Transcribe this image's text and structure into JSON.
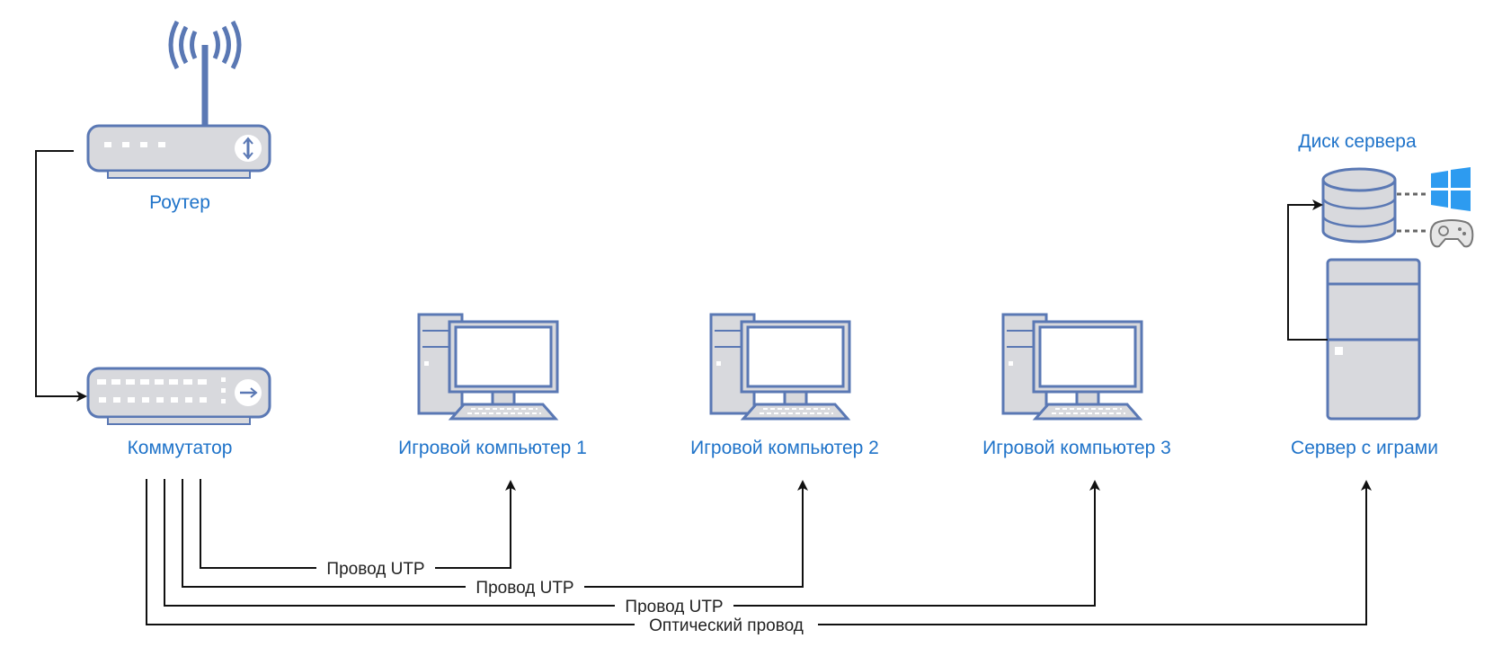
{
  "nodes": {
    "router": {
      "label": "Роутер"
    },
    "switch": {
      "label": "Коммутатор"
    },
    "pc1": {
      "label": "Игровой компьютер 1"
    },
    "pc2": {
      "label": "Игровой компьютер 2"
    },
    "pc3": {
      "label": "Игровой компьютер 3"
    },
    "server": {
      "label": "Сервер с играми"
    },
    "server_disk": {
      "label": "Диск сервера"
    }
  },
  "edges": [
    {
      "from": "switch",
      "to": "pc1",
      "label": "Провод UTP"
    },
    {
      "from": "switch",
      "to": "pc2",
      "label": "Провод UTP"
    },
    {
      "from": "switch",
      "to": "pc3",
      "label": "Провод UTP"
    },
    {
      "from": "switch",
      "to": "server",
      "label": "Оптический провод"
    },
    {
      "from": "router",
      "to": "switch",
      "label": ""
    },
    {
      "from": "server",
      "to": "server_disk",
      "label": ""
    }
  ],
  "icons": {
    "disk_os": "windows-icon",
    "disk_games": "gamepad-icon"
  },
  "colors": {
    "label_text": "#1f73c9",
    "device_outline": "#5a78b4",
    "device_fill": "#d8d9dd",
    "wire": "#111111",
    "windows_logo": "#2d9bf0"
  }
}
